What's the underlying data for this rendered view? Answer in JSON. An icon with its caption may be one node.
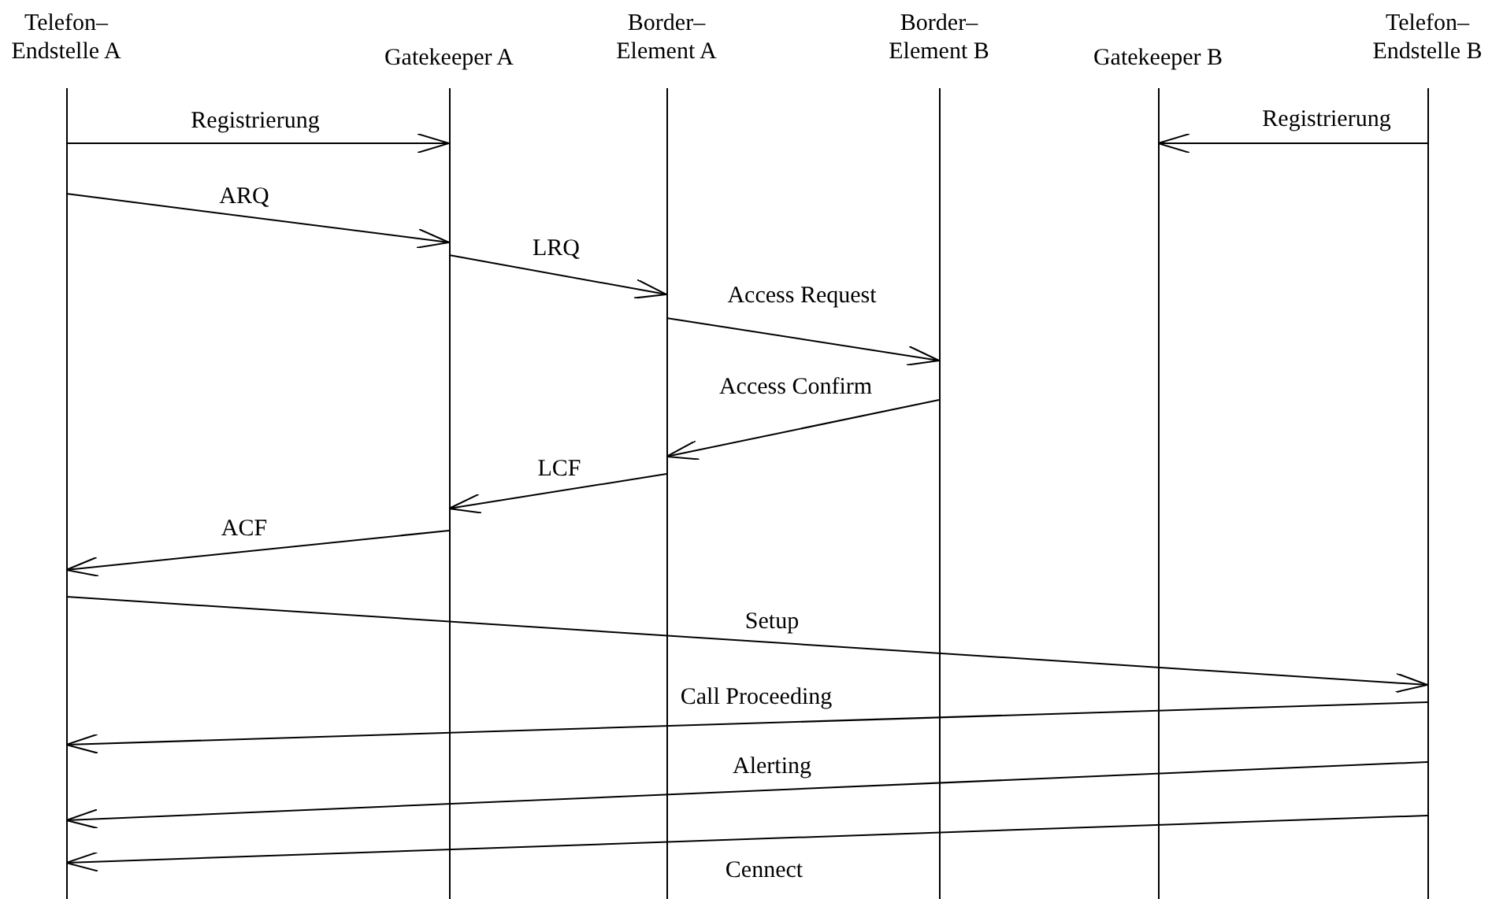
{
  "diagram": {
    "nodes": [
      {
        "text": [
          "Telefon– Endstelle A"
        ]
      },
      {
        "text": [
          "Gatekeeper A"
        ]
      },
      {
        "text": [
          "Border– Element A"
        ]
      },
      {
        "text": [
          "Border– Element B"
        ]
      },
      {
        "text": [
          "Gatekeeper B"
        ]
      },
      {
        "text": [
          "Telefon– Endstelle B"
        ]
      }
    ],
    "edges": [
      {
        "from": 0,
        "to": 1,
        "arrow": "to",
        "label": "Registrierung"
      },
      {
        "from": 5,
        "to": 4,
        "arrow": "to",
        "label": "Registrierung"
      },
      {
        "from": 0,
        "to": 1,
        "arrow": "to",
        "label": "ARQ"
      },
      {
        "from": 1,
        "to": 2,
        "arrow": "to",
        "label": "LRQ"
      },
      {
        "from": 2,
        "to": 3,
        "arrow": "to",
        "label": "Access Request"
      },
      {
        "from": 3,
        "to": 2,
        "arrow": "to",
        "label": "Access Confirm"
      },
      {
        "from": 2,
        "to": 1,
        "arrow": "to",
        "label": "LCF"
      },
      {
        "from": 1,
        "to": 0,
        "arrow": "to",
        "label": "ACF"
      },
      {
        "from": 0,
        "to": 5,
        "arrow": "to",
        "label": "Setup"
      },
      {
        "from": 5,
        "to": 0,
        "arrow": "to",
        "label": "Call Proceeding"
      },
      {
        "from": 5,
        "to": 0,
        "arrow": "to",
        "label": "Alerting"
      },
      {
        "from": 5,
        "to": 0,
        "arrow": "to",
        "label": "Cennect"
      }
    ]
  }
}
